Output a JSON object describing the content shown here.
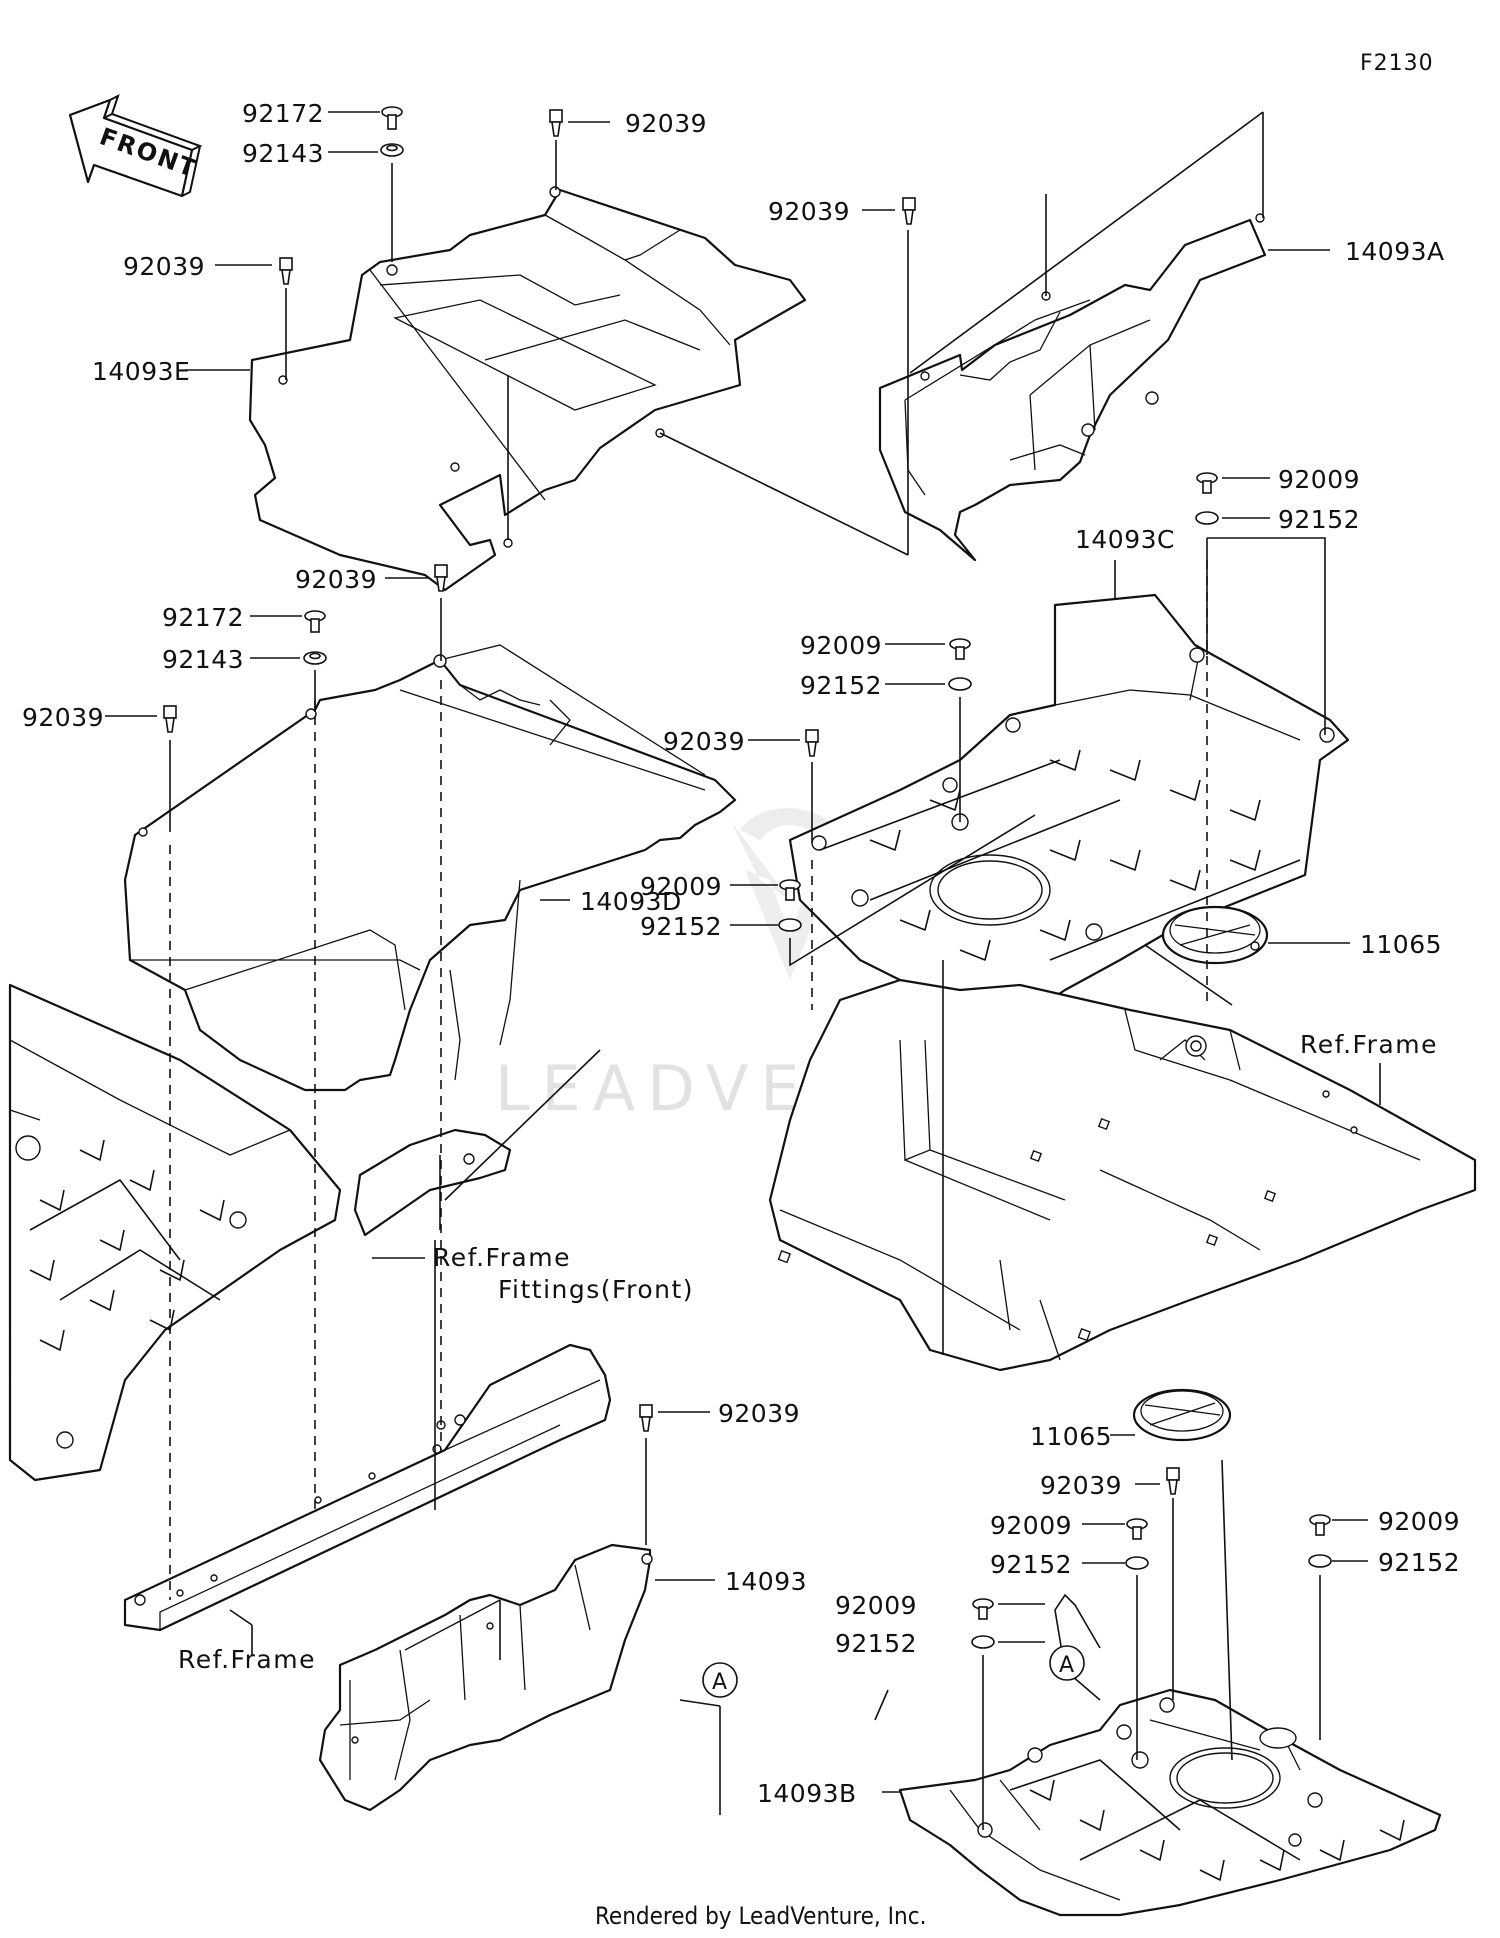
{
  "diagram_code": "F2130",
  "credit": "Rendered by LeadVenture, Inc.",
  "watermark": "LEADVENTURE",
  "front_label": "FRONT",
  "callouts": {
    "c92172_a": "92172",
    "c92143_a": "92143",
    "c92039_a": "92039",
    "c92039_b": "92039",
    "c14093E": "14093E",
    "c92039_c": "92039",
    "c14093A": "14093A",
    "c92009_a": "92009",
    "c92152_a": "92152",
    "c14093C": "14093C",
    "c92039_d": "92039",
    "c92172_b": "92172",
    "c92143_b": "92143",
    "c92039_e": "92039",
    "c92009_b": "92009",
    "c92152_b": "92152",
    "c92039_f": "92039",
    "c92009_c": "92009",
    "c92152_c": "92152",
    "c11065_a": "11065",
    "c14093D": "14093D",
    "c92039_g": "92039",
    "c14093": "14093",
    "c11065_b": "11065",
    "c92039_h": "92039",
    "c92009_d": "92009",
    "c92152_d": "92152",
    "c92009_e": "92009",
    "c92152_e": "92152",
    "c92009_f": "92009",
    "c92152_f": "92152",
    "c14093B": "14093B"
  },
  "references": {
    "ref_frame_right": "Ref.Frame",
    "ref_frame_fittings_line1": "Ref.Frame",
    "ref_frame_fittings_line2": "Fittings(Front)",
    "ref_frame_bottom": "Ref.Frame"
  },
  "markers": {
    "marker_a_1": "A",
    "marker_a_2": "A"
  }
}
